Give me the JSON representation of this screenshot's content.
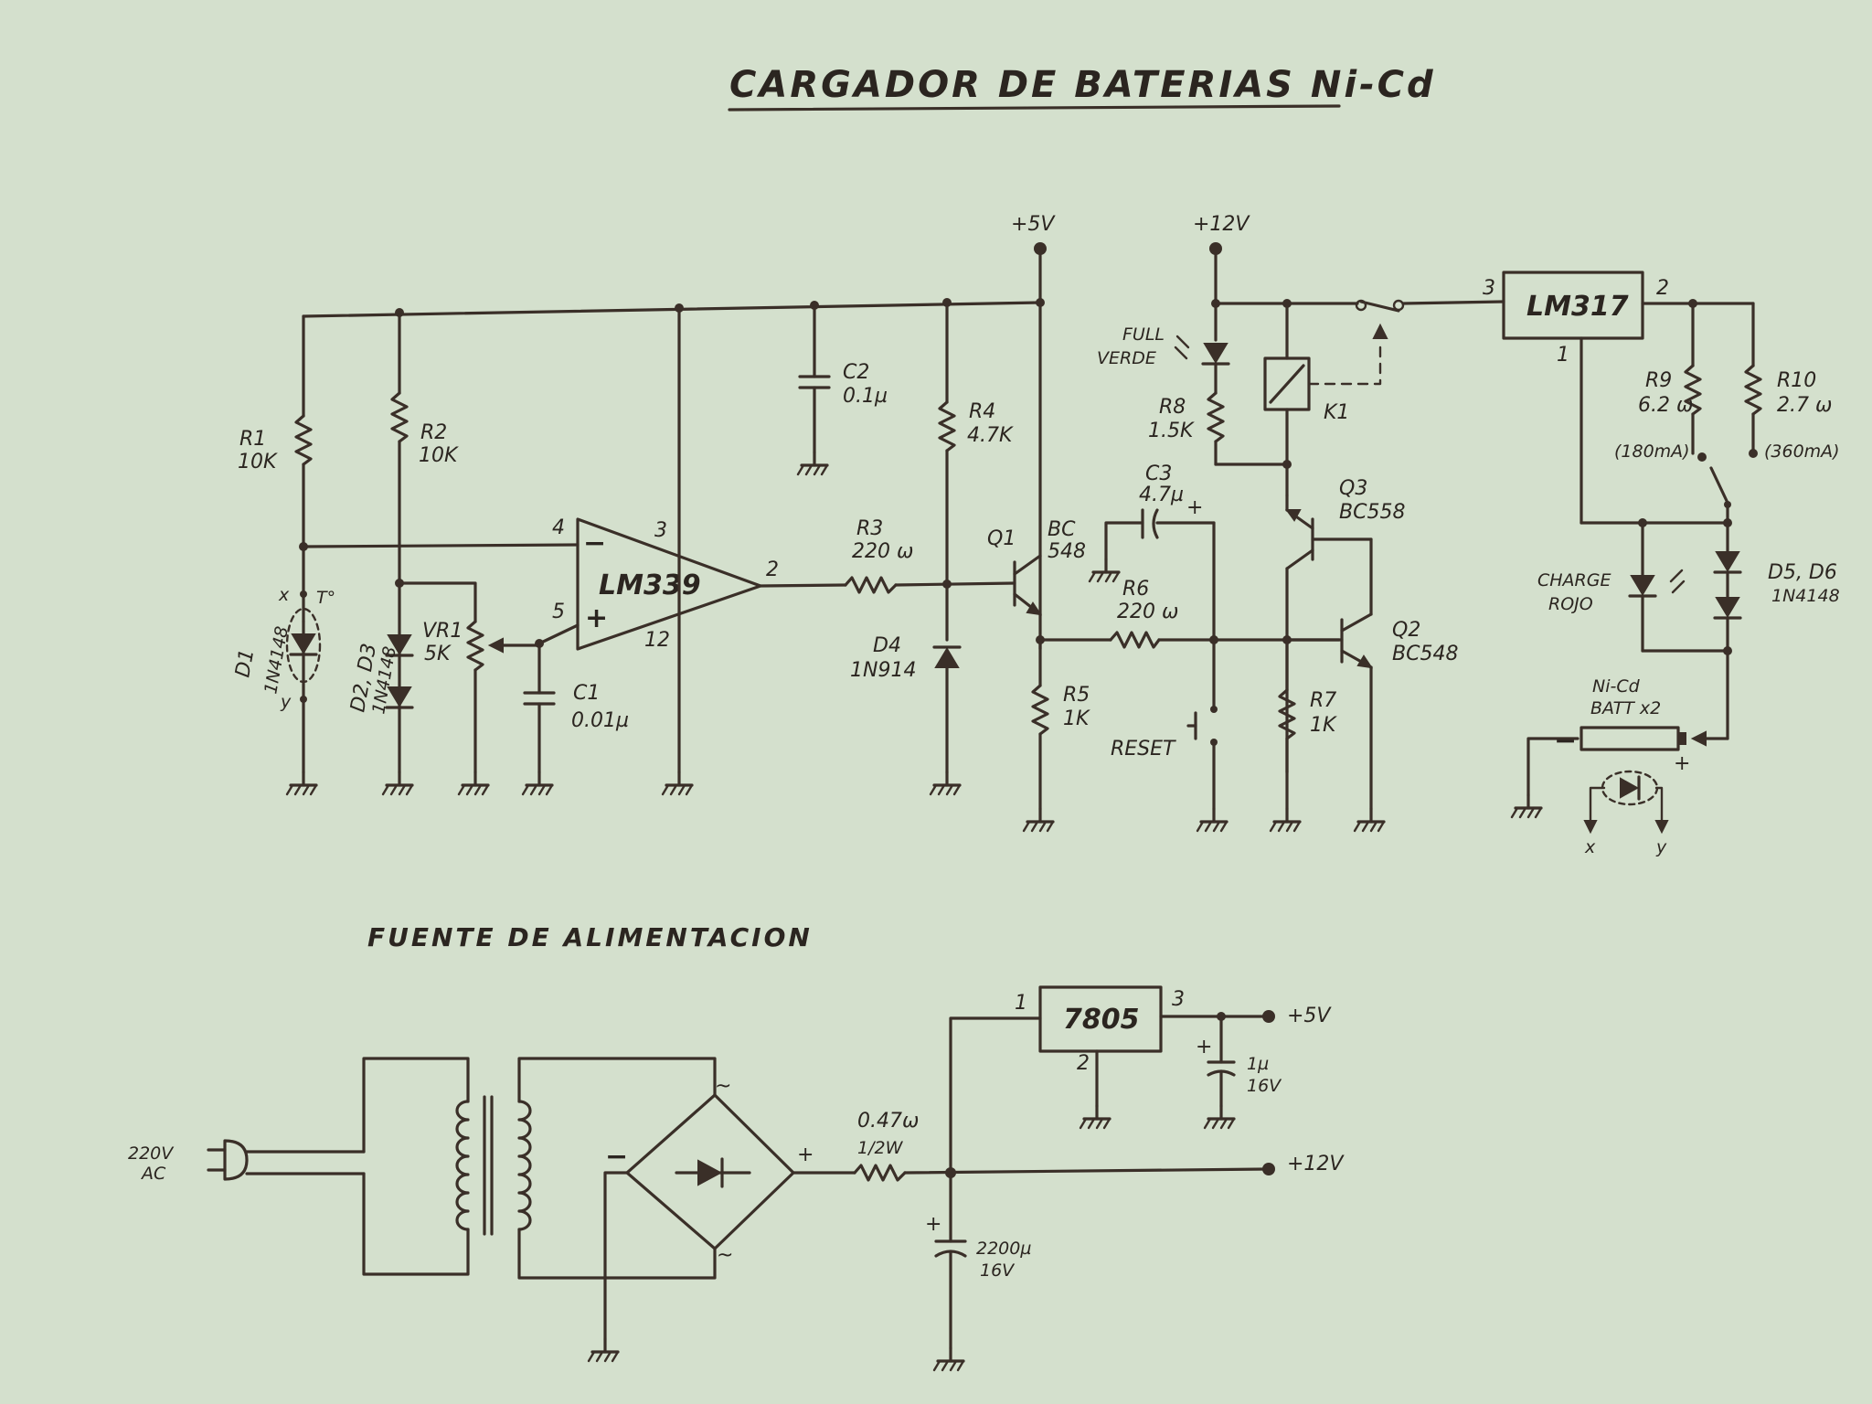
{
  "title": "CARGADOR DE BATERIAS Ni-Cd",
  "subtitle": "FUENTE DE ALIMENTACION",
  "rails": {
    "v5": "+5V",
    "v12": "+12V",
    "ac": "220V",
    "ac2": "AC"
  },
  "ics": {
    "comparator": "LM339",
    "regulator_adj": "LM317",
    "regulator_5v": "7805"
  },
  "pins": {
    "lm339_in_neg": "4",
    "lm339_vcc": "3",
    "lm339_in_pos": "5",
    "lm339_out": "2",
    "lm339_gnd": "12",
    "lm317_in": "3",
    "lm317_out": "2",
    "lm317_adj": "1",
    "r7805_in": "1",
    "r7805_out": "3",
    "r7805_gnd": "2"
  },
  "components": {
    "r1": "R1",
    "r1_val": "10K",
    "r2": "R2",
    "r2_val": "10K",
    "vr1": "VR1",
    "vr1_val": "5K",
    "c1": "C1",
    "c1_val": "0.01µ",
    "c2": "C2",
    "c2_val": "0.1µ",
    "r3": "R3",
    "r3_val": "220 ω",
    "r4": "R4",
    "r4_val": "4.7K",
    "d4": "D4",
    "d4_val": "1N914",
    "q1": "Q1",
    "q1_val1": "BC",
    "q1_val2": "548",
    "r5": "R5",
    "r5_val": "1K",
    "c3": "C3",
    "c3_val": "4.7µ",
    "r6": "R6",
    "r6_val": "220 ω",
    "reset": "RESET",
    "q3": "Q3",
    "q3_val": "BC558",
    "q2": "Q2",
    "q2_val": "BC548",
    "r7": "R7",
    "r7_val": "1K",
    "k1": "K1",
    "r8": "R8",
    "r8_val": "1.5K",
    "led_full1": "FULL",
    "led_full2": "VERDE",
    "d1": "D1",
    "d1_val": "1N4148",
    "d2d3": "D2, D3",
    "d2d3_val": "1N4148",
    "t_sensor": "T°",
    "x": "x",
    "y": "y",
    "r9": "R9",
    "r9_val": "6.2 ω",
    "r9_cur": "(180mA)",
    "r10": "R10",
    "r10_val": "2.7 ω",
    "r10_cur": "(360mA)",
    "led_charge1": "CHARGE",
    "led_charge2": "ROJO",
    "d5d6": "D5, D6",
    "d5d6_val": "1N4148",
    "batt1": "Ni-Cd",
    "batt2": "BATT x2",
    "r_fuse1": "0.47ω",
    "r_fuse2": "1/2W",
    "c_big1": "2200µ",
    "c_big2": "16V",
    "c_out1": "1µ",
    "c_out2": "16V",
    "ac_tilde": "~",
    "plus": "+",
    "minus": "−"
  }
}
